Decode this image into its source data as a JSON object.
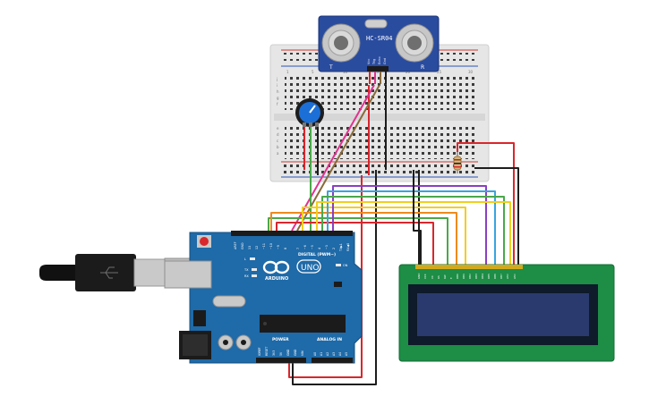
{
  "colors": {
    "background": "#ffffff",
    "breadboard": "#e9e9e9",
    "breadboard_hole": "#3b3b3b",
    "rail_red": "#d0352f",
    "rail_blue": "#2a55b6",
    "arduino_board": "#1f6aa8",
    "arduino_dark": "#14507f",
    "header_black": "#1b1b1b",
    "lcd_pcb": "#1e8d46",
    "lcd_bezel": "#0f1a2a",
    "lcd_screen": "#2a3a6e",
    "sensor_blue": "#2a4c9f",
    "transducer_silver": "#c7c7c7",
    "pot_blue": "#1c6fd6",
    "wire_red": "#d8272d",
    "wire_black": "#1d1d1d",
    "wire_green": "#4aa84a",
    "wire_orange": "#ee8a1d",
    "wire_yellow": "#f1cf1e",
    "wire_blue": "#3aa4dd",
    "wire_purple": "#8a3fc2",
    "wire_brown": "#8a6a3a",
    "wire_pink": "#e0338f",
    "usb_grey": "#c9c9c9",
    "usb_black": "#111111"
  },
  "sensor": {
    "label": "HC-SR04",
    "left_mark": "T",
    "right_mark": "R",
    "pins": [
      "Vcc",
      "Trig",
      "Echo",
      "Gnd"
    ]
  },
  "breadboard": {
    "column_numbers": [
      "1",
      "5",
      "10",
      "15",
      "20",
      "25",
      "30"
    ],
    "row_letters_top": [
      "j",
      "i",
      "h",
      "g",
      "f"
    ],
    "row_letters_bottom": [
      "e",
      "d",
      "c",
      "b",
      "a"
    ]
  },
  "arduino": {
    "digital_label": "DIGITAL (PWM~)",
    "brand": "ARDUINO",
    "model": "UNO",
    "power_label": "POWER",
    "analog_label": "ANALOG IN",
    "on_label": "ON",
    "tx_label": "TX",
    "rx_label": "RX",
    "l_label": "L",
    "top_pin_labels": [
      "AREF",
      "GND",
      "13",
      "12",
      "~11",
      "~10",
      "~9",
      "8",
      "7",
      "~6",
      "~5",
      "4",
      "~3",
      "2",
      "TX▶1",
      "RX◀0"
    ],
    "power_pins": [
      "IOREF",
      "RESET",
      "3V3",
      "5V",
      "GND",
      "GND",
      "VIN"
    ],
    "analog_pins": [
      "A0",
      "A1",
      "A2",
      "A3",
      "A4",
      "A5"
    ]
  },
  "lcd": {
    "pin_labels": [
      "GND",
      "VCC",
      "V0",
      "RS",
      "RW",
      "E",
      "DB0",
      "DB1",
      "DB2",
      "DB3",
      "DB4",
      "DB5",
      "DB6",
      "DB7",
      "LED",
      "LED"
    ]
  }
}
